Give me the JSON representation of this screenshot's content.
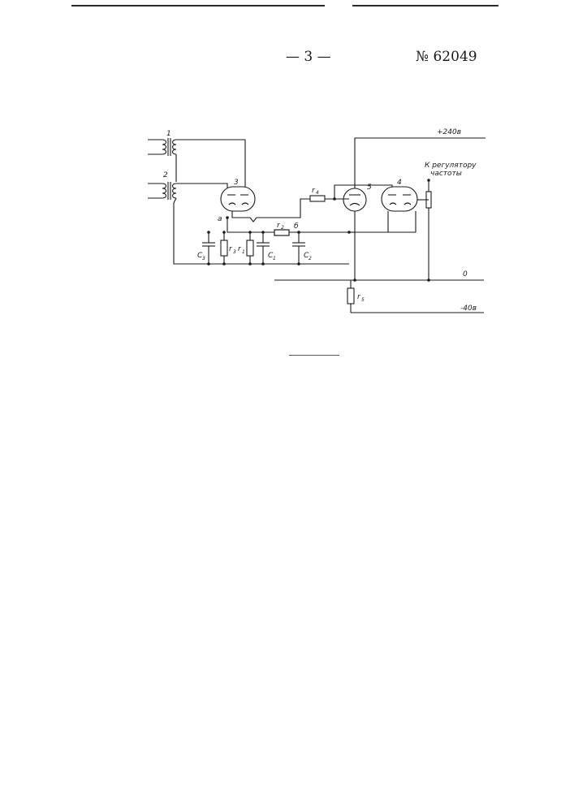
{
  "header": {
    "page_number": "— 3 —",
    "patent_number": "№ 62049"
  },
  "labels": {
    "transformer_1": "1",
    "transformer_2": "2",
    "tube_3": "3",
    "tube_4": "4",
    "tube_5": "5",
    "supply_plus": "+240в",
    "supply_ground": "0",
    "supply_minus": "-40в",
    "to_regulator_1": "К регулятору",
    "to_regulator_2": "частоты",
    "node_a": "а",
    "node_b": "б",
    "r1": "r",
    "r1_sub": "1",
    "r2": "r",
    "r2_sub": "2",
    "r3": "r",
    "r3_sub": "3",
    "r4": "r",
    "r4_sub": "4",
    "r5": "r",
    "r5_sub": "5",
    "c1": "C",
    "c1_sub": "1",
    "c2": "C",
    "c2_sub": "2",
    "c3": "C",
    "c3_sub": "3"
  }
}
